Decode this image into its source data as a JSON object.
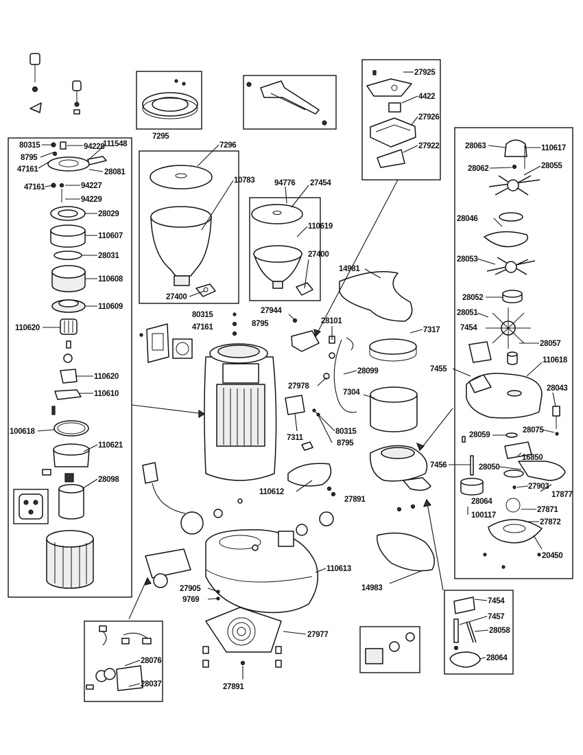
{
  "labels": {
    "l80315a": "80315",
    "l94228": "94228",
    "l111548": "111548",
    "l8795a": "8795",
    "l47161a": "47161",
    "l28081": "28081",
    "l47161b": "47161",
    "l94227": "94227",
    "l94229": "94229",
    "l28029": "28029",
    "l110607": "110607",
    "l28031": "28031",
    "l110608": "110608",
    "l110609": "110609",
    "l110620a": "110620",
    "l110620b": "110620",
    "l110610": "110610",
    "l100618": "100618",
    "l110621": "110621",
    "l28098": "28098",
    "l7295": "7295",
    "l7296": "7296",
    "l10783": "10783",
    "l27400a": "27400",
    "l94776": "94776",
    "l27454": "27454",
    "l110619": "110619",
    "l27400b": "27400",
    "l27925": "27925",
    "l4422": "4422",
    "l27926": "27926",
    "l27922": "27922",
    "l14981": "14981",
    "l27944": "27944",
    "l28101": "28101",
    "l7317": "7317",
    "l80315b": "80315",
    "l8795b": "8795",
    "l47161c": "47161",
    "l27978": "27978",
    "l28099": "28099",
    "l7304": "7304",
    "l7311": "7311",
    "l80315c": "80315",
    "l8795c": "8795",
    "l110612": "110612",
    "l27891a": "27891",
    "l110613": "110613",
    "l27905": "27905",
    "l9769": "9769",
    "l27977": "27977",
    "l27891b": "27891",
    "l28076": "28076",
    "l28037": "28037",
    "l14983": "14983",
    "l28063": "28063",
    "l110617": "110617",
    "l28062": "28062",
    "l28055": "28055",
    "l28046": "28046",
    "l28053": "28053",
    "l28052": "28052",
    "l28051": "28051",
    "l7454a": "7454",
    "l28057": "28057",
    "l7455": "7455",
    "l110618": "110618",
    "l28043": "28043",
    "l28059": "28059",
    "l28075": "28075",
    "l16850": "16850",
    "l7456": "7456",
    "l28050": "28050",
    "l27903": "27903",
    "l17877": "17877",
    "l28064a": "28064",
    "l100117": "100117",
    "l27871": "27871",
    "l27872": "27872",
    "l20450": "20450",
    "l7454b": "7454",
    "l7457": "7457",
    "l28058": "28058",
    "l28064b": "28064"
  }
}
